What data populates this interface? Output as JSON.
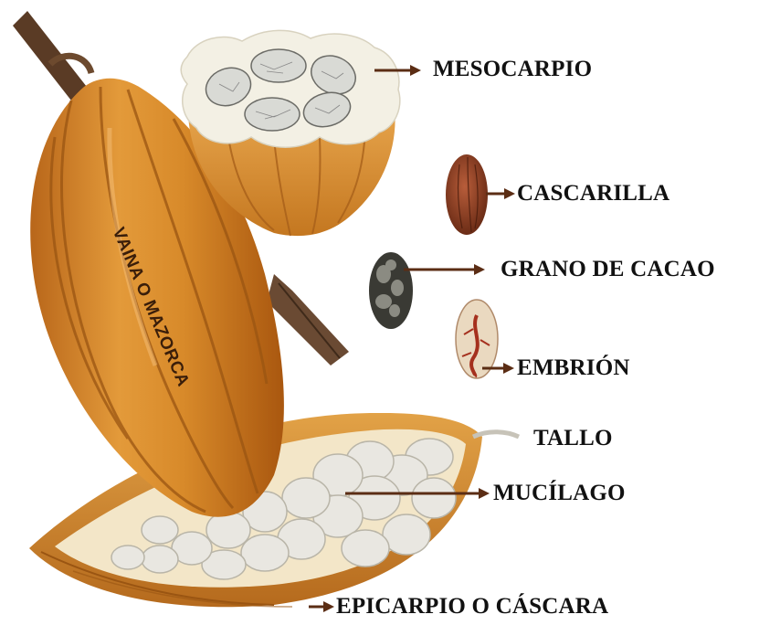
{
  "labels": {
    "mesocarpio": "MESOCARPIO",
    "cascarilla": "CASCARILLA",
    "grano": "GRANO DE CACAO",
    "embrion": "EMBRIÓN",
    "tallo": "TALLO",
    "mucilago": "MUCÍLAGO",
    "epicarpio": "EPICARPIO O CÁSCARA",
    "vaina": "VAINA O MAZORCA"
  },
  "colors": {
    "pod_orange": "#d58a2c",
    "pod_dark": "#9a5512",
    "arrow": "#5b2d14",
    "pulp": "#f2efe6",
    "stem": "#5c3a22"
  }
}
